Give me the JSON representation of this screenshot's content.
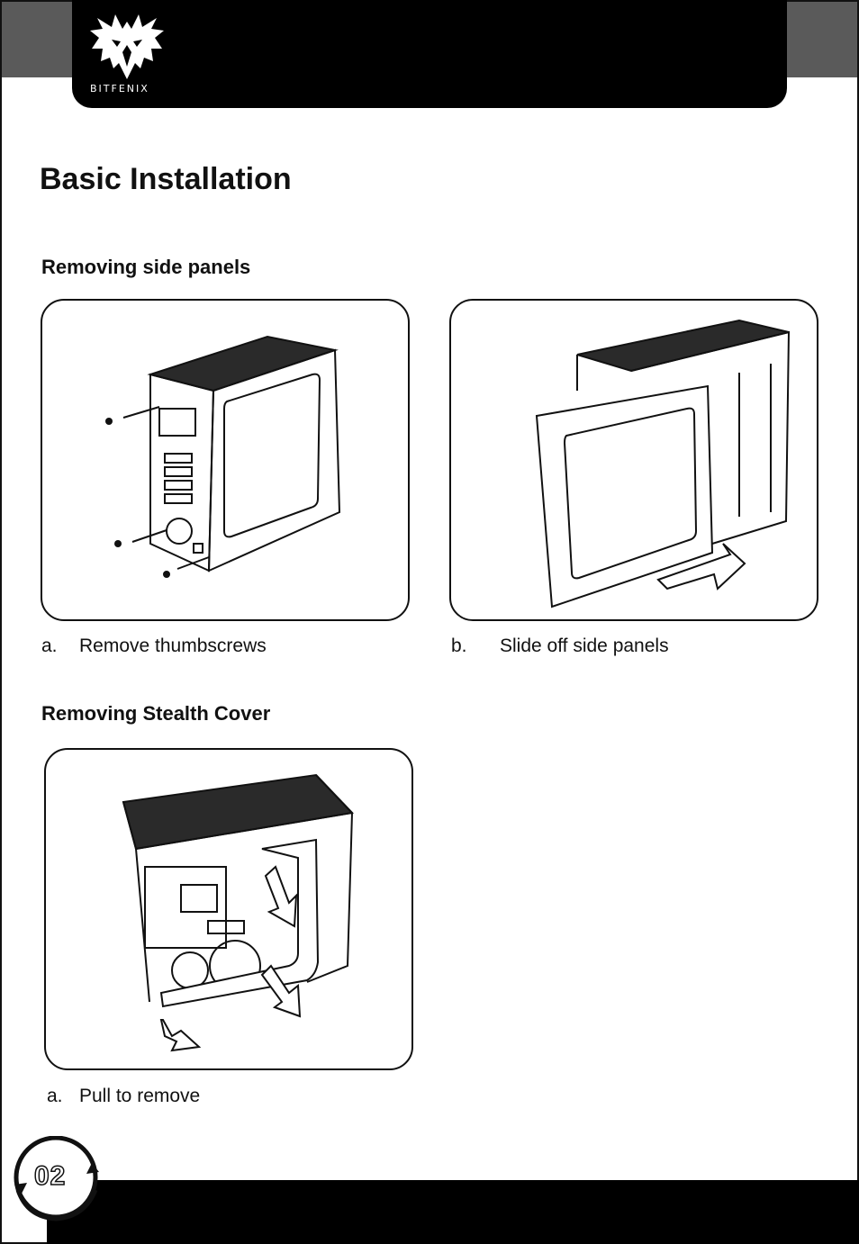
{
  "brand": {
    "logo_text": "BITFENIX"
  },
  "page": {
    "title": "Basic Installation",
    "page_number": "02"
  },
  "sections": [
    {
      "heading": "Removing side panels",
      "figures": [
        {
          "icon": "case-back-thumbscrews-illustration",
          "caption_letter": "a.",
          "caption_text": "Remove thumbscrews"
        },
        {
          "icon": "case-side-panel-sliding-illustration",
          "caption_letter": "b.",
          "caption_text": "Slide off side panels"
        }
      ]
    },
    {
      "heading": "Removing Stealth Cover",
      "figures": [
        {
          "icon": "case-interior-stealth-cover-illustration",
          "caption_letter": "a.",
          "caption_text": "Pull to remove"
        }
      ]
    }
  ],
  "colors": {
    "header": "#000000",
    "side_tab": "#5a5a5a",
    "ink": "#111111"
  }
}
